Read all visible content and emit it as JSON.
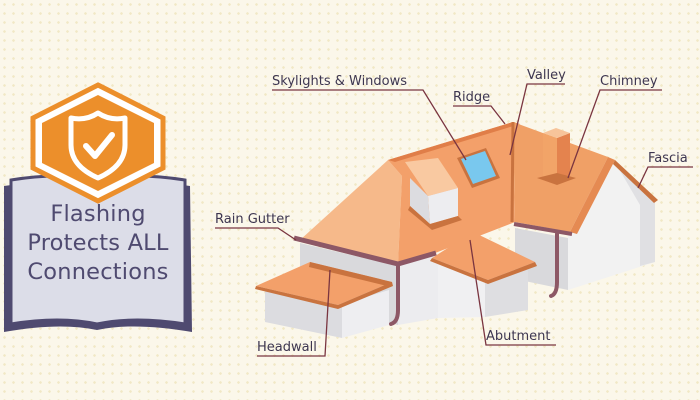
{
  "badge": {
    "title_lines": [
      "Flashing",
      "Protects ALL",
      "Connections"
    ],
    "icon": "shield-check-icon"
  },
  "labels": {
    "skylights": "Skylights & Windows",
    "ridge": "Ridge",
    "valley": "Valley",
    "chimney": "Chimney",
    "fascia": "Fascia",
    "rain_gutter": "Rain Gutter",
    "headwall": "Headwall",
    "abutment": "Abutment"
  },
  "colors": {
    "background": "#fbf7ea",
    "orange": "#ec8f2b",
    "roof_light": "#f6b98a",
    "roof_mid": "#f3a06a",
    "roof_dark": "#e98d55",
    "flashing": "#c9733f",
    "wall_light": "#f2f2f2",
    "wall_shade": "#d9d9dc",
    "gutter": "#8d5866",
    "badge_panel": "#dcdde8",
    "badge_border": "#4f4a70",
    "leader": "#7a3540"
  }
}
